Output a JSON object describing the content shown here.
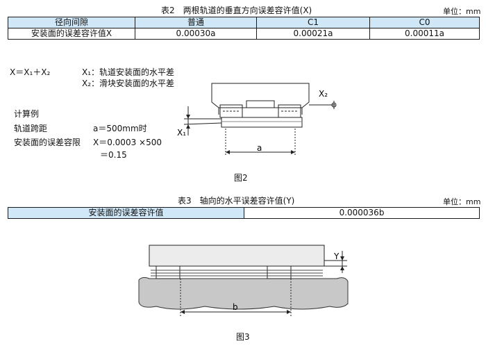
{
  "table2": {
    "caption": "表2　两根轨道的垂直方向误差容许值(X)",
    "unit": "单位：mm",
    "header": [
      "径向间隙",
      "普通",
      "C1",
      "C0"
    ],
    "row": [
      "安装面的误差容许值X",
      "0.00030a",
      "0.00021a",
      "0.00011a"
    ]
  },
  "formula": {
    "main": "X＝X₁＋X₂",
    "x1_desc": "X₁：轨道安装面的水平差",
    "x2_desc": "X₂：滑块安装面的水平差"
  },
  "example": {
    "title": "计算例",
    "span_label": "轨道跨距",
    "span_value": "a＝500mm时",
    "tol_label": "安装面的误差容限",
    "tol_value": "X＝0.0003 ×500",
    "tol_result": "＝0.15"
  },
  "fig2": {
    "caption": "图2",
    "label_x1": "X₁",
    "label_x2": "X₂",
    "label_a": "a"
  },
  "table3": {
    "caption": "表3　轴向的水平误差容许值(Y)",
    "unit": "单位：mm",
    "row": [
      "安装面的误差容许值",
      "0.000036b"
    ]
  },
  "fig3": {
    "caption": "图3",
    "label_y": "Y",
    "label_b": "b"
  }
}
